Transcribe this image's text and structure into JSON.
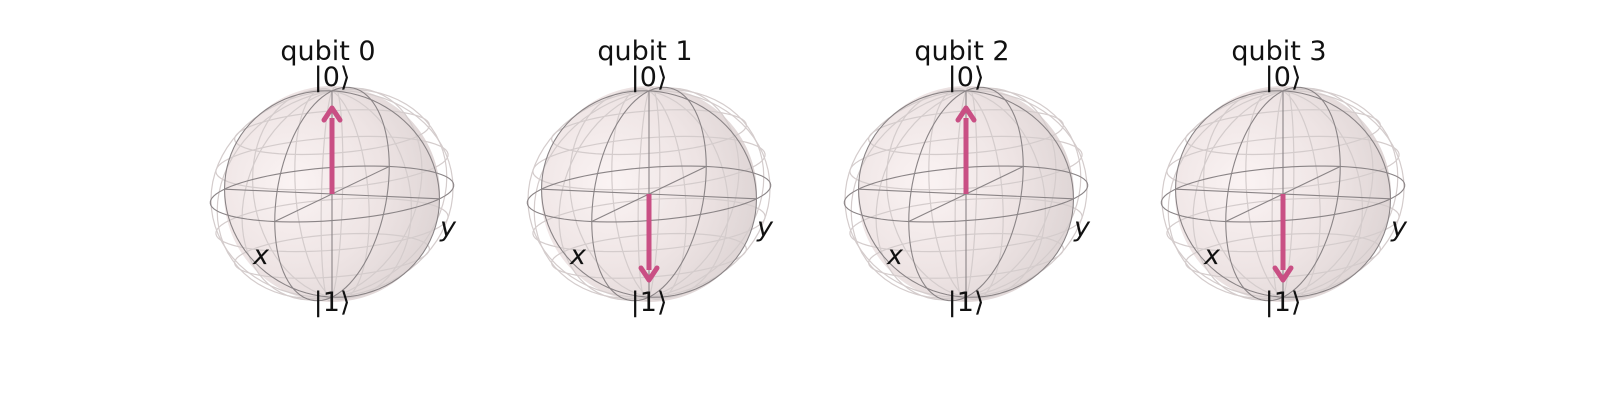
{
  "figure": {
    "spheres": [
      {
        "title": "qubit 0",
        "top_label": "|0⟩",
        "bottom_label": "|1⟩",
        "x_label": "x",
        "y_label": "y",
        "state": "0"
      },
      {
        "title": "qubit 1",
        "top_label": "|0⟩",
        "bottom_label": "|1⟩",
        "x_label": "x",
        "y_label": "y",
        "state": "1"
      },
      {
        "title": "qubit 2",
        "top_label": "|0⟩",
        "bottom_label": "|1⟩",
        "x_label": "x",
        "y_label": "y",
        "state": "0"
      },
      {
        "title": "qubit 3",
        "top_label": "|0⟩",
        "bottom_label": "|1⟩",
        "x_label": "x",
        "y_label": "y",
        "state": "1"
      }
    ],
    "colors": {
      "vector": "#c94f84",
      "sphere_fill": "#f0e4e4",
      "wire": "#8a8486",
      "wire_faint": "#d4cccc"
    }
  }
}
